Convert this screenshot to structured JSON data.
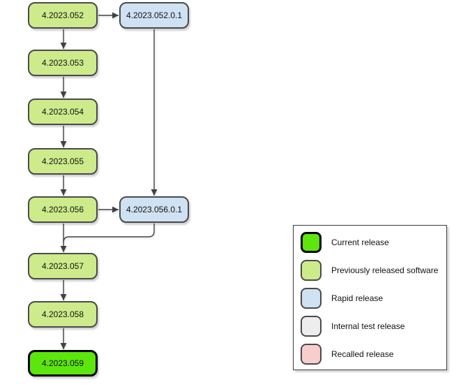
{
  "diagram": {
    "nodes": [
      {
        "id": "4.2023.052",
        "label": "4.2023.052",
        "type": "previous"
      },
      {
        "id": "4.2023.052.0.1",
        "label": "4.2023.052.0.1",
        "type": "rapid"
      },
      {
        "id": "4.2023.053",
        "label": "4.2023.053",
        "type": "previous"
      },
      {
        "id": "4.2023.054",
        "label": "4.2023.054",
        "type": "previous"
      },
      {
        "id": "4.2023.055",
        "label": "4.2023.055",
        "type": "previous"
      },
      {
        "id": "4.2023.056",
        "label": "4.2023.056",
        "type": "previous"
      },
      {
        "id": "4.2023.056.0.1",
        "label": "4.2023.056.0.1",
        "type": "rapid"
      },
      {
        "id": "4.2023.057",
        "label": "4.2023.057",
        "type": "previous"
      },
      {
        "id": "4.2023.058",
        "label": "4.2023.058",
        "type": "previous"
      },
      {
        "id": "4.2023.059",
        "label": "4.2023.059",
        "type": "current"
      }
    ],
    "edges": [
      {
        "from": "4.2023.052",
        "to": "4.2023.052.0.1"
      },
      {
        "from": "4.2023.052",
        "to": "4.2023.053"
      },
      {
        "from": "4.2023.053",
        "to": "4.2023.054"
      },
      {
        "from": "4.2023.054",
        "to": "4.2023.055"
      },
      {
        "from": "4.2023.055",
        "to": "4.2023.056"
      },
      {
        "from": "4.2023.056",
        "to": "4.2023.056.0.1"
      },
      {
        "from": "4.2023.052.0.1",
        "to": "4.2023.056.0.1"
      },
      {
        "from": "4.2023.056",
        "to": "4.2023.057"
      },
      {
        "from": "4.2023.056.0.1",
        "to": "4.2023.057"
      },
      {
        "from": "4.2023.057",
        "to": "4.2023.058"
      },
      {
        "from": "4.2023.058",
        "to": "4.2023.059"
      }
    ]
  },
  "legend": {
    "items": [
      {
        "label": "Current release",
        "type": "current"
      },
      {
        "label": "Previously released software",
        "type": "previous"
      },
      {
        "label": "Rapid release",
        "type": "rapid"
      },
      {
        "label": "Internal test release",
        "type": "internal"
      },
      {
        "label": "Recalled release",
        "type": "recalled"
      }
    ]
  },
  "colors": {
    "current": "#5ce60e",
    "previous": "#cdeb8b",
    "rapid": "#cfe2f3",
    "internal": "#ededed",
    "recalled": "#f8cecc",
    "node_stroke": "#4a4a4a",
    "current_stroke": "#000000",
    "edge": "#3f4245",
    "background": "#ffffff",
    "text": "#111111"
  }
}
